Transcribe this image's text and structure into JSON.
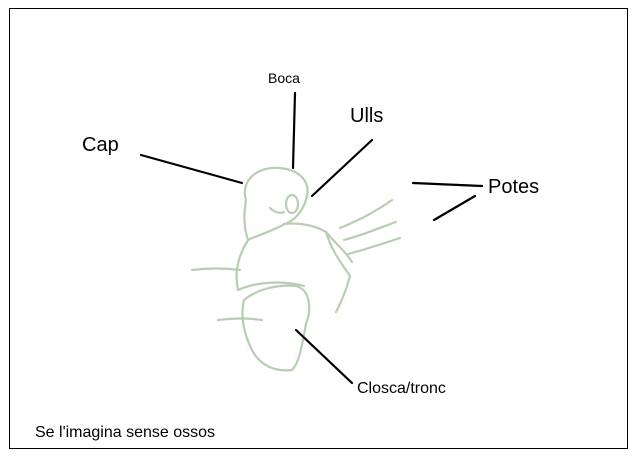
{
  "labels": {
    "boca": "Boca",
    "ulls": "Ulls",
    "cap": "Cap",
    "potes": "Potes",
    "closca": "Closca/tronc"
  },
  "caption": "Se l'imagina sense ossos",
  "colors": {
    "sketch": "#b9cdb5",
    "leader_lines": "#000000",
    "frame": "#000000"
  }
}
